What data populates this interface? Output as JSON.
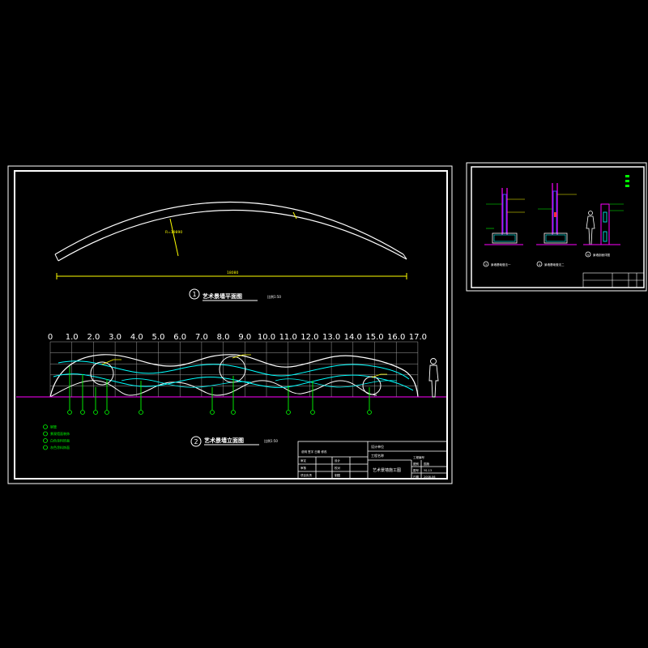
{
  "colors": {
    "background": "#000000",
    "frame": "#ffffff",
    "grid": "#a0a0a0",
    "baseline": "#ff00ff",
    "wave_main": "#ffffff",
    "wave_cyan": "#00ffff",
    "leader_green": "#00ff00",
    "dimension_yellow": "#ffff00",
    "plan_arc": "#ffffff",
    "detail_magenta": "#ff00ff",
    "detail_blue": "#4040ff",
    "detail_red": "#ff3030"
  },
  "plan_view": {
    "title": "艺术景墙平面图",
    "title_index": "1",
    "scale_text": "比例1:50",
    "radius_label": "R=19890",
    "length_label": "18080"
  },
  "elevation_view": {
    "title": "艺术景墙立面图",
    "title_index": "2",
    "scale_text": "比例1:50",
    "grid_labels": [
      "0",
      "1.0",
      "2.0",
      "3.0",
      "4.0",
      "5.0",
      "6.0",
      "7.0",
      "8.0",
      "9.0",
      "10.0",
      "11.0",
      "12.0",
      "13.0",
      "14.0",
      "15.0",
      "16.0",
      "17.0"
    ]
  },
  "legend": [
    "钢管",
    "景观墙面装饰",
    "白色涂料饰面",
    "灰色涂料饰面"
  ],
  "title_block": {
    "design_unit_label": "设计单位",
    "project_label": "工程名称",
    "drawing_title": "艺术景墙施工图",
    "rows_left": [
      "审定",
      "审核",
      "项目负责"
    ],
    "rows_mid": [
      "设计",
      "校对",
      "制图"
    ],
    "rows_right": [
      {
        "key": "图别",
        "val": "园施"
      },
      {
        "key": "图号",
        "val": "YS-13"
      },
      {
        "key": "日期",
        "val": "2008.06"
      }
    ],
    "stamp_text": "工程编号",
    "top_row_text": "说明 签字 日期 修改"
  },
  "detail_sheet": {
    "detail_titles": [
      "景墙基础做法一",
      "景墙基础做法二",
      "景墙剖面详图"
    ],
    "detail_indexes": [
      "3",
      "4",
      "5"
    ]
  }
}
